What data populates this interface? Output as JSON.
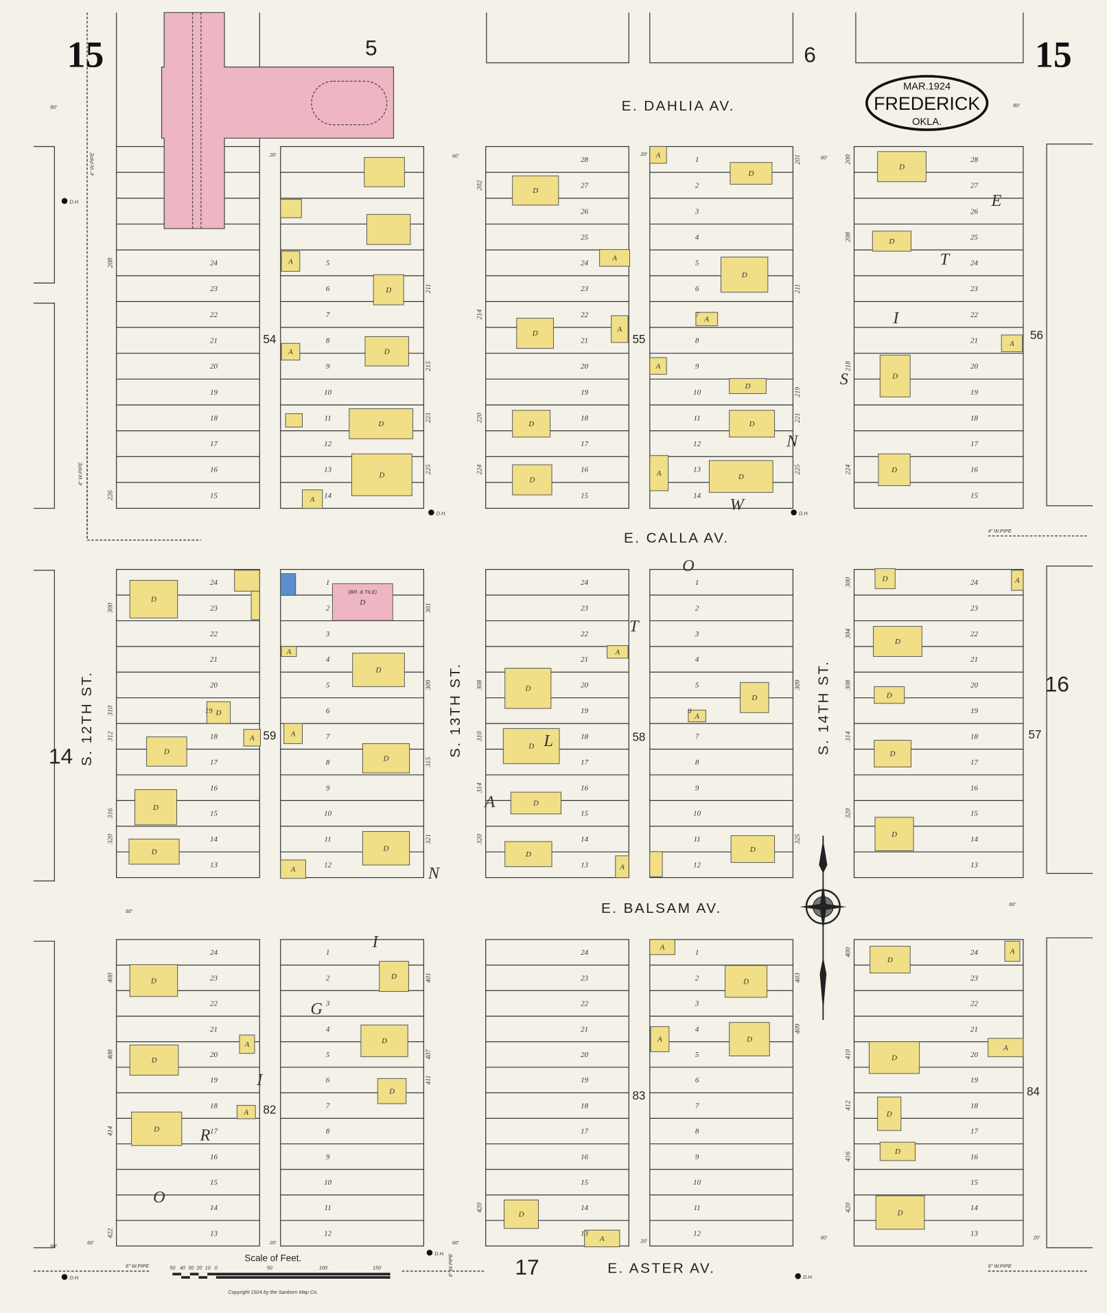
{
  "title": {
    "date": "MAR.1924",
    "city": "FREDERICK",
    "state": "OKLA."
  },
  "sheet_number": "15",
  "adjacent_sheets": {
    "top_left": "5",
    "top_right": "6",
    "left": "14",
    "right": "16",
    "bottom": "17"
  },
  "streets": {
    "dahlia": "E. DAHLIA AV.",
    "calla": "E. CALLA AV.",
    "balsam": "E. BALSAM AV.",
    "aster": "E. ASTER AV.",
    "twelfth": "S. 12TH ST.",
    "thirteenth": "S. 13TH ST.",
    "fourteenth": "S. 14TH ST."
  },
  "blocks": [
    {
      "id": "54",
      "columns": [
        "A1",
        "B1"
      ]
    },
    {
      "id": "55",
      "columns": [
        "C1",
        "D1"
      ]
    },
    {
      "id": "56",
      "columns": [
        "E1"
      ]
    },
    {
      "id": "59",
      "columns": [
        "A2",
        "B2"
      ]
    },
    {
      "id": "58",
      "columns": [
        "C2",
        "D2"
      ]
    },
    {
      "id": "57",
      "columns": [
        "E2"
      ]
    },
    {
      "id": "82",
      "columns": [
        "A3",
        "B3"
      ]
    },
    {
      "id": "83",
      "columns": [
        "C3",
        "D3"
      ]
    },
    {
      "id": "84",
      "columns": [
        "E3"
      ]
    }
  ],
  "lots": {
    "A1": [
      "",
      "",
      "",
      "",
      "24",
      "23",
      "22",
      "21",
      "20",
      "19",
      "18",
      "17",
      "16",
      "15"
    ],
    "B1": [
      "",
      "",
      "",
      "",
      "5",
      "6",
      "7",
      "8",
      "9",
      "10",
      "11",
      "12",
      "13",
      "14"
    ],
    "C1": [
      "28",
      "27",
      "26",
      "25",
      "24",
      "23",
      "22",
      "21",
      "20",
      "19",
      "18",
      "17",
      "16",
      "15"
    ],
    "D1": [
      "1",
      "2",
      "3",
      "4",
      "5",
      "6",
      "7",
      "8",
      "9",
      "10",
      "11",
      "12",
      "13",
      "14"
    ],
    "E1": [
      "28",
      "27",
      "26",
      "25",
      "24",
      "23",
      "22",
      "21",
      "20",
      "19",
      "18",
      "17",
      "16",
      "15"
    ],
    "A2": [
      "24",
      "23",
      "22",
      "21",
      "20",
      "19",
      "18",
      "17",
      "16",
      "15",
      "14",
      "13"
    ],
    "B2": [
      "1",
      "2",
      "3",
      "4",
      "5",
      "6",
      "7",
      "8",
      "9",
      "10",
      "11",
      "12"
    ],
    "C2": [
      "24",
      "23",
      "22",
      "21",
      "20",
      "19",
      "18",
      "17",
      "16",
      "15",
      "14",
      "13"
    ],
    "D2": [
      "1",
      "2",
      "3",
      "4",
      "5",
      "6",
      "7",
      "8",
      "9",
      "10",
      "11",
      "12"
    ],
    "E2": [
      "24",
      "23",
      "22",
      "21",
      "20",
      "19",
      "18",
      "17",
      "16",
      "15",
      "14",
      "13"
    ],
    "A3": [
      "24",
      "23",
      "22",
      "21",
      "20",
      "19",
      "18",
      "17",
      "16",
      "15",
      "14",
      "13"
    ],
    "B3": [
      "1",
      "2",
      "3",
      "4",
      "5",
      "6",
      "7",
      "8",
      "9",
      "10",
      "11",
      "12"
    ],
    "C3": [
      "24",
      "23",
      "22",
      "21",
      "20",
      "19",
      "18",
      "17",
      "16",
      "15",
      "14",
      "13"
    ],
    "D3": [
      "1",
      "2",
      "3",
      "4",
      "5",
      "6",
      "7",
      "8",
      "9",
      "10",
      "11",
      "12"
    ],
    "E3": [
      "24",
      "23",
      "22",
      "21",
      "20",
      "19",
      "18",
      "17",
      "16",
      "15",
      "14",
      "13"
    ]
  },
  "addresses": [
    {
      "col": "A1",
      "lot": 4,
      "n": "208"
    },
    {
      "col": "A1",
      "lot": 13,
      "n": "226"
    },
    {
      "col": "B1",
      "lot": 5,
      "n": "211"
    },
    {
      "col": "B1",
      "lot": 8,
      "n": "215"
    },
    {
      "col": "B1",
      "lot": 10,
      "n": "223"
    },
    {
      "col": "B1",
      "lot": 12,
      "n": "225"
    },
    {
      "col": "C1",
      "lot": 1,
      "n": "202"
    },
    {
      "col": "C1",
      "lot": 6,
      "n": "214"
    },
    {
      "col": "C1",
      "lot": 10,
      "n": "220"
    },
    {
      "col": "C1",
      "lot": 12,
      "n": "224"
    },
    {
      "col": "D1",
      "lot": 0,
      "n": "201"
    },
    {
      "col": "D1",
      "lot": 5,
      "n": "211"
    },
    {
      "col": "D1",
      "lot": 9,
      "n": "219"
    },
    {
      "col": "D1",
      "lot": 10,
      "n": "221"
    },
    {
      "col": "D1",
      "lot": 12,
      "n": "225"
    },
    {
      "col": "E1",
      "lot": 0,
      "n": "200"
    },
    {
      "col": "E1",
      "lot": 3,
      "n": "208"
    },
    {
      "col": "E1",
      "lot": 8,
      "n": "218"
    },
    {
      "col": "E1",
      "lot": 12,
      "n": "224"
    },
    {
      "col": "A2",
      "lot": 1,
      "n": "300"
    },
    {
      "col": "A2",
      "lot": 5,
      "n": "310"
    },
    {
      "col": "A2",
      "lot": 6,
      "n": "312"
    },
    {
      "col": "A2",
      "lot": 9,
      "n": "316"
    },
    {
      "col": "A2",
      "lot": 10,
      "n": "320"
    },
    {
      "col": "B2",
      "lot": 1,
      "n": "301"
    },
    {
      "col": "B2",
      "lot": 4,
      "n": "309"
    },
    {
      "col": "B2",
      "lot": 7,
      "n": "315"
    },
    {
      "col": "B2",
      "lot": 10,
      "n": "321"
    },
    {
      "col": "C2",
      "lot": 4,
      "n": "308"
    },
    {
      "col": "C2",
      "lot": 6,
      "n": "310"
    },
    {
      "col": "C2",
      "lot": 8,
      "n": "314"
    },
    {
      "col": "C2",
      "lot": 10,
      "n": "320"
    },
    {
      "col": "D2",
      "lot": 4,
      "n": "309"
    },
    {
      "col": "D2",
      "lot": 10,
      "n": "325"
    },
    {
      "col": "E2",
      "lot": 0,
      "n": "300"
    },
    {
      "col": "E2",
      "lot": 2,
      "n": "304"
    },
    {
      "col": "E2",
      "lot": 4,
      "n": "308"
    },
    {
      "col": "E2",
      "lot": 6,
      "n": "314"
    },
    {
      "col": "E2",
      "lot": 9,
      "n": "320"
    },
    {
      "col": "A3",
      "lot": 1,
      "n": "400"
    },
    {
      "col": "A3",
      "lot": 4,
      "n": "408"
    },
    {
      "col": "A3",
      "lot": 7,
      "n": "414"
    },
    {
      "col": "A3",
      "lot": 11,
      "n": "422"
    },
    {
      "col": "B3",
      "lot": 1,
      "n": "401"
    },
    {
      "col": "B3",
      "lot": 4,
      "n": "407"
    },
    {
      "col": "B3",
      "lot": 5,
      "n": "411"
    },
    {
      "col": "C3",
      "lot": 10,
      "n": "420"
    },
    {
      "col": "D3",
      "lot": 1,
      "n": "403"
    },
    {
      "col": "D3",
      "lot": 3,
      "n": "409"
    },
    {
      "col": "E3",
      "lot": 0,
      "n": "400"
    },
    {
      "col": "E3",
      "lot": 4,
      "n": "410"
    },
    {
      "col": "E3",
      "lot": 6,
      "n": "412"
    },
    {
      "col": "E3",
      "lot": 8,
      "n": "416"
    },
    {
      "col": "E3",
      "lot": 10,
      "n": "420"
    }
  ],
  "buildings": [
    "",
    "",
    "",
    "A",
    "D",
    "A",
    "D",
    "",
    "D",
    "D",
    "A",
    "D",
    "A",
    "D",
    "A",
    "D",
    "D",
    "A",
    "D",
    "D",
    "A",
    "A",
    "D",
    "D",
    "A",
    "D",
    "D",
    "D",
    "A",
    "D",
    "D",
    "D",
    "",
    "",
    "D",
    "A",
    "D",
    "D",
    "D",
    "",
    "D",
    "A",
    "D",
    "A",
    "D",
    "D",
    "A",
    "A",
    "D",
    "D",
    "D",
    "D",
    "A",
    "D",
    "A",
    "",
    "D",
    "D",
    "A",
    "D",
    "D",
    "D",
    "D",
    "D",
    "D",
    "A",
    "D",
    "A",
    "D",
    "D",
    "D",
    "D",
    "A",
    "A",
    "A",
    "D",
    "D",
    "D",
    "A",
    "A",
    "D",
    "D",
    "D",
    "D"
  ],
  "building_note": "(BR. & TILE)",
  "subdivision_letters": [
    "O",
    "R",
    "I",
    "G",
    "I",
    "N",
    "A",
    "L",
    "T",
    "O",
    "W",
    "N",
    "S",
    "I",
    "T",
    "E"
  ],
  "hydrant_label": "D.H.",
  "pipes": [
    "4\" W.PIPE",
    "4\" W.PIPE",
    "6\" W.PIPE",
    "6\" W.PIPE",
    "4\" W.PIPE",
    "6\" W.PIPE"
  ],
  "street_widths": [
    "80'",
    "60'",
    "20'",
    "60'",
    "20'",
    "60'",
    "80'",
    "60'",
    "60'",
    "60'",
    "20'",
    "60'",
    "20'",
    "60'",
    "20'"
  ],
  "scale": {
    "title": "Scale of Feet.",
    "ticks": [
      "50",
      "40",
      "30",
      "20",
      "10",
      "0",
      "50",
      "100",
      "150"
    ]
  },
  "copyright": "Copyright 1924 by the Sanborn Map Co.",
  "colors": {
    "paper": "#f3f1e8",
    "frame_dwelling": "#f0df86",
    "brick": "#eeb5c2",
    "concrete_block": "#5b8fd0",
    "ink": "#333333"
  }
}
